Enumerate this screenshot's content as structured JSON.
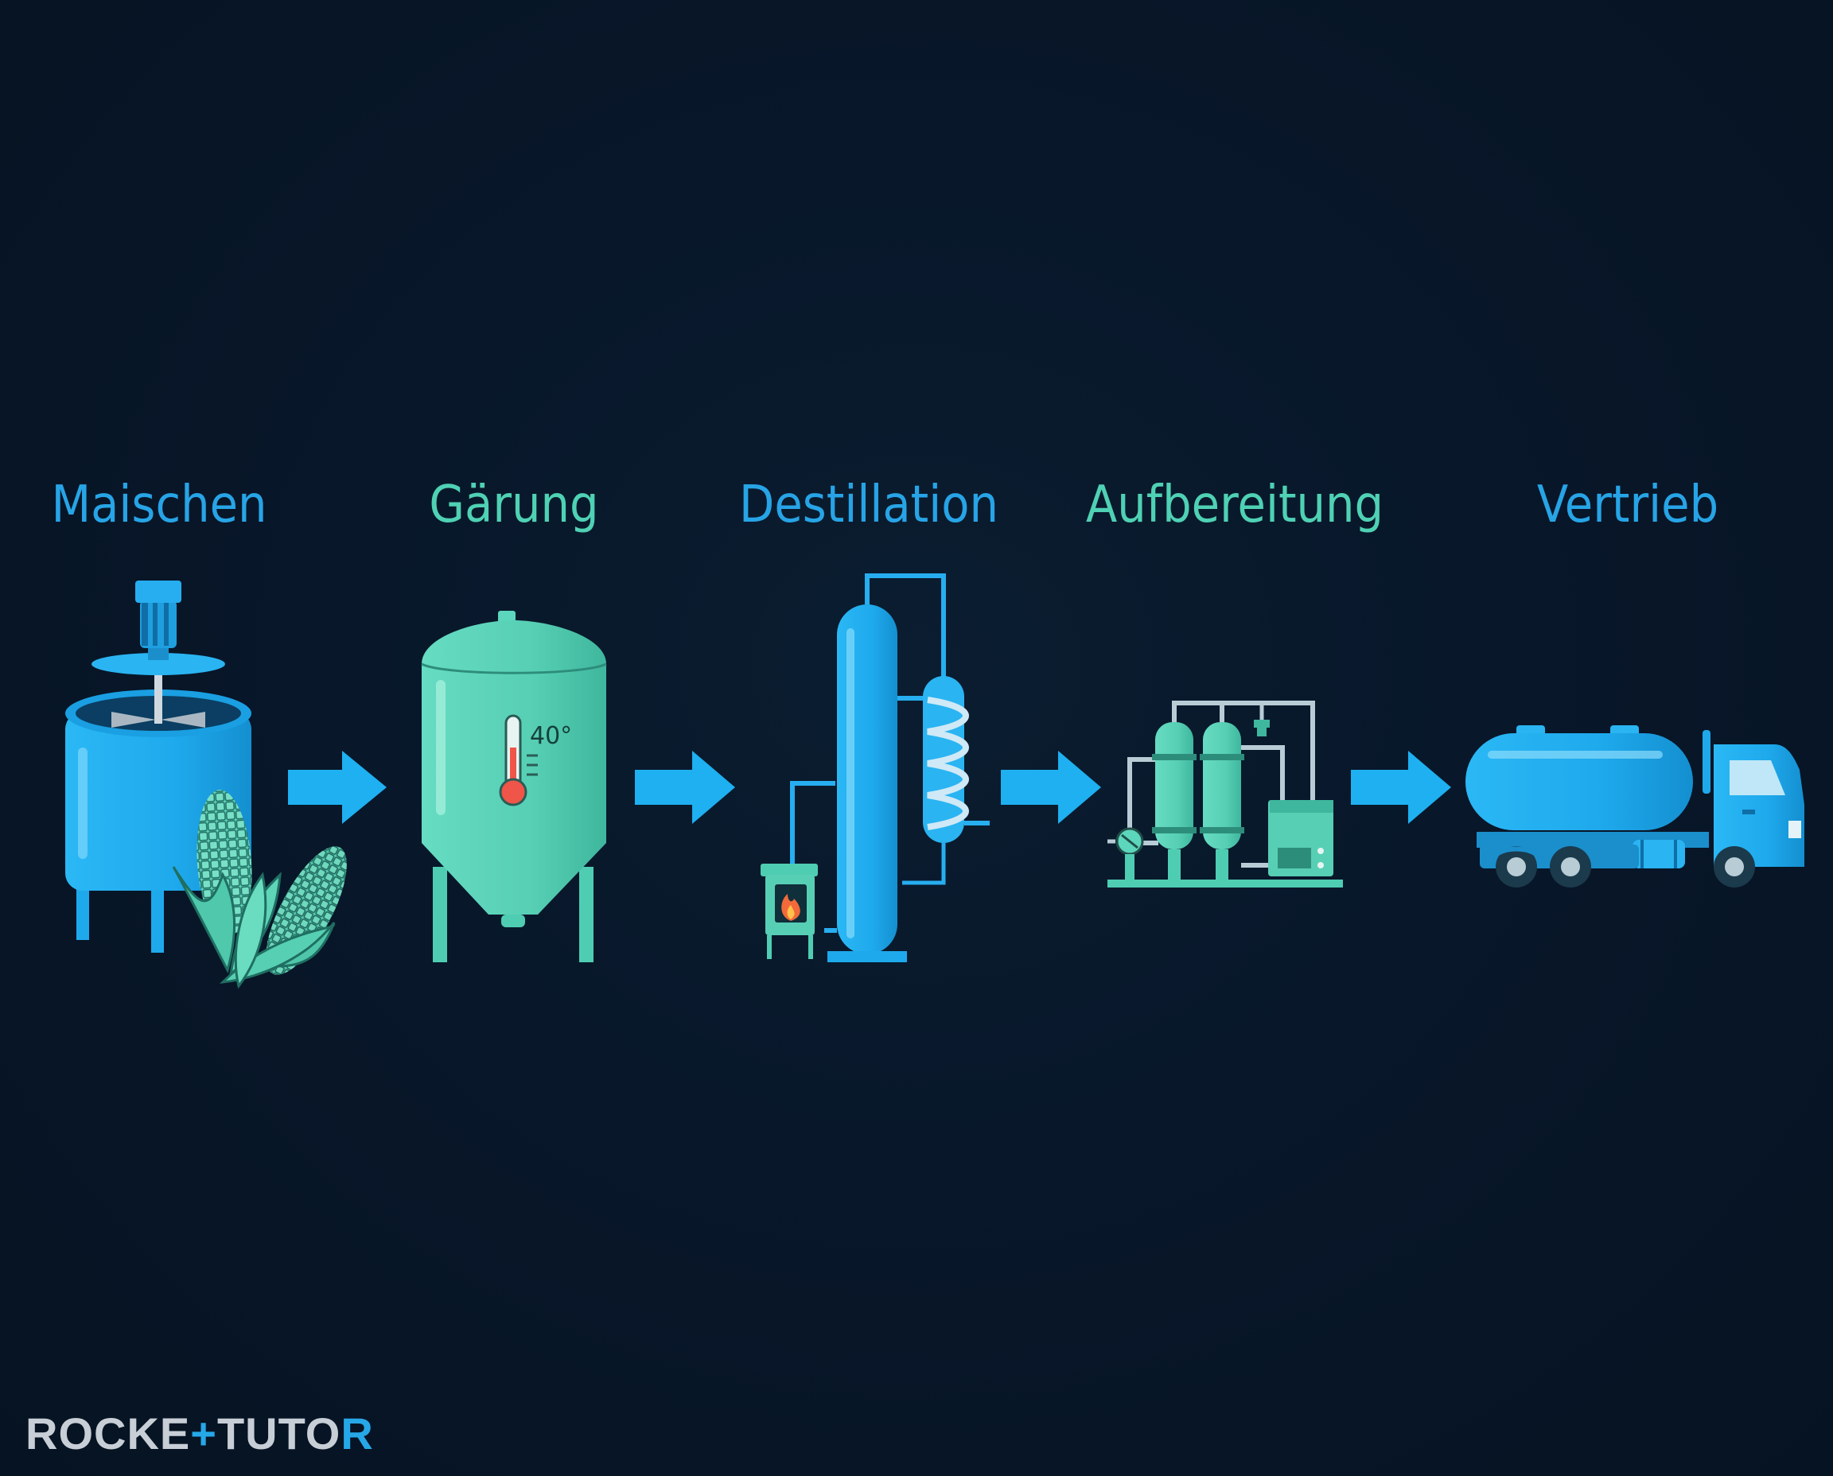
{
  "steps": [
    {
      "label": "Maischen",
      "color": "#27a4e6"
    },
    {
      "label": "Gärung",
      "color": "#4fd1b4"
    },
    {
      "label": "Destillation",
      "color": "#27a4e6"
    },
    {
      "label": "Aufbereitung",
      "color": "#4fd1b4"
    },
    {
      "label": "Vertrieb",
      "color": "#27a4e6"
    }
  ],
  "thermometer_reading": "40°",
  "logo": {
    "part1": "ROCKE",
    "part2": "+",
    "part3": "TUT",
    "part4": "O",
    "part5": "R"
  },
  "colors": {
    "background": "#071626",
    "blue": "#1eb0f0",
    "teal": "#5cd6bc",
    "arrow": "#1eb0f0"
  }
}
